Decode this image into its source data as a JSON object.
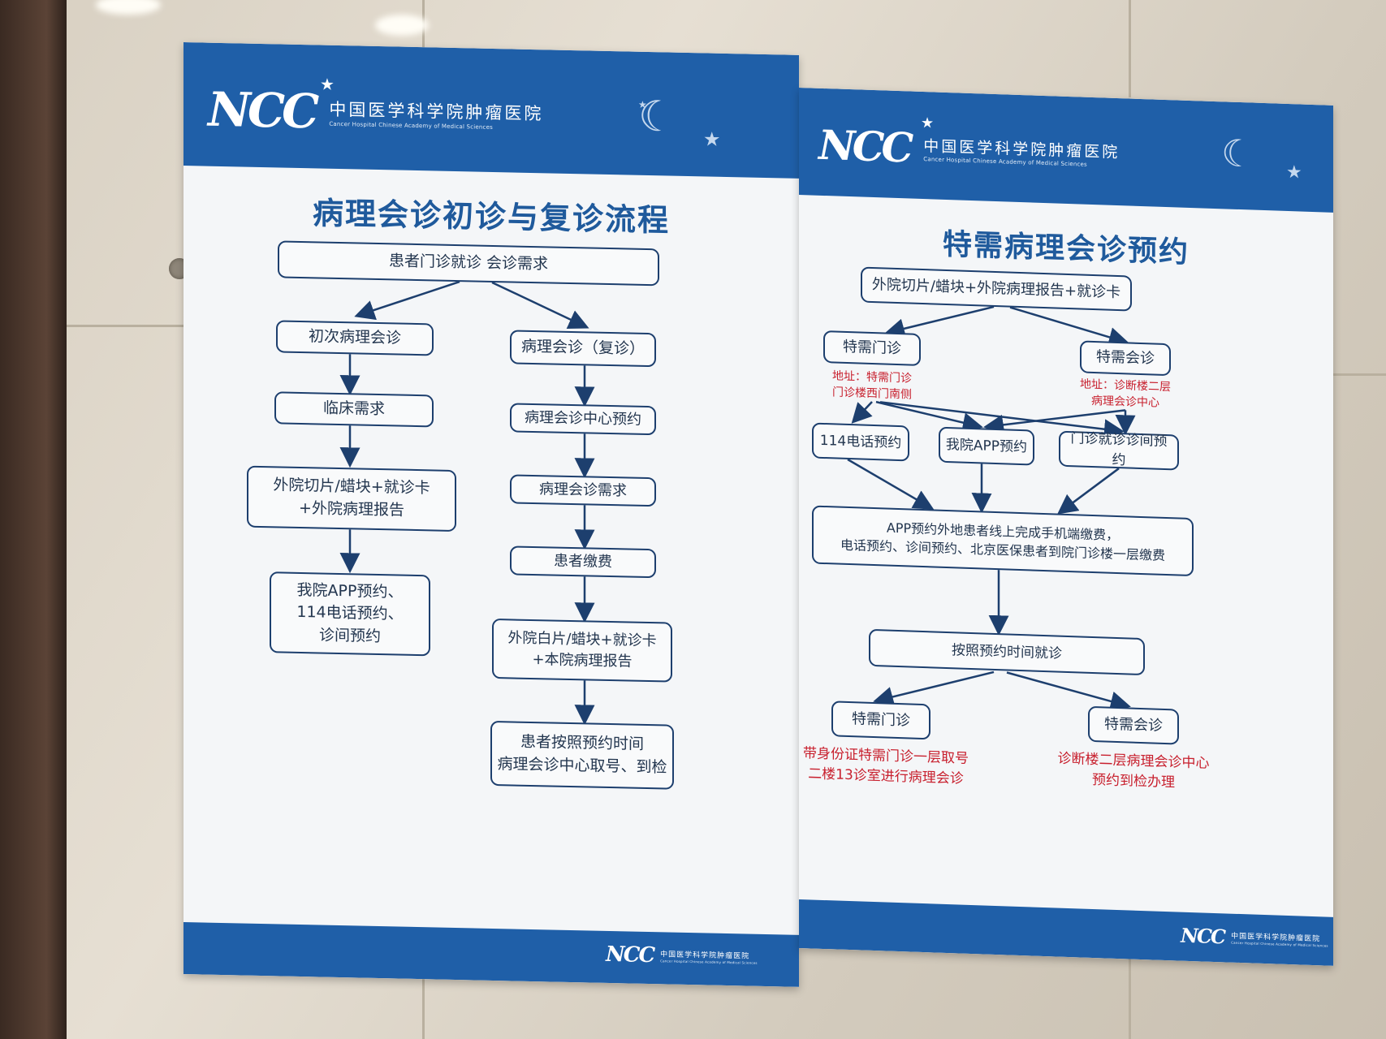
{
  "left_poster": {
    "hospital_name_cn": "中国医学科学院肿瘤医院",
    "hospital_name_en": "Cancer Hospital Chinese Academy of Medical Sciences",
    "logo_mark": "NCC",
    "title": "病理会诊初诊与复诊流程",
    "flow": {
      "start": "患者门诊就诊  会诊需求",
      "first_visit": {
        "step1": "初次病理会诊",
        "step2": "临床需求",
        "step3_line1": "外院切片/蜡块+就诊卡",
        "step3_line2": "+外院病理报告",
        "step4_line1": "我院APP预约、",
        "step4_line2": "114电话预约、",
        "step4_line3": "诊间预约"
      },
      "return_visit": {
        "step1": "病理会诊（复诊）",
        "step2": "病理会诊中心预约",
        "step3": "病理会诊需求",
        "step4": "患者缴费",
        "step5_line1": "外院白片/蜡块+就诊卡",
        "step5_line2": "+本院病理报告",
        "step6_line1": "患者按照预约时间",
        "step6_line2": "病理会诊中心取号、到检"
      }
    }
  },
  "right_poster": {
    "hospital_name_cn": "中国医学科学院肿瘤医院",
    "hospital_name_en": "Cancer Hospital Chinese Academy of Medical Sciences",
    "logo_mark": "NCC",
    "title": "特需病理会诊预约",
    "flow": {
      "start": "外院切片/蜡块+外院病理报告+就诊卡",
      "special_clinic": "特需门诊",
      "special_clinic_addr_line1": "地址：特需门诊",
      "special_clinic_addr_line2": "门诊楼西门南侧",
      "special_consult": "特需会诊",
      "special_consult_addr_line1": "地址：诊断楼二层",
      "special_consult_addr_line2": "病理会诊中心",
      "booking_phone": "114电话预约",
      "booking_app": "我院APP预约",
      "booking_clinic": "门诊就诊诊间预约",
      "payment_line1": "APP预约外地患者线上完成手机端缴费，",
      "payment_line2": "电话预约、诊间预约、北京医保患者到院门诊楼一层缴费",
      "visit_on_time": "按照预约时间就诊",
      "end_clinic": "特需门诊",
      "end_clinic_note_line1": "带身份证特需门诊一层取号",
      "end_clinic_note_line2": "二楼13诊室进行病理会诊",
      "end_consult": "特需会诊",
      "end_consult_note_line1": "诊断楼二层病理会诊中心",
      "end_consult_note_line2": "预约到检办理"
    }
  },
  "colors": {
    "brand_blue": "#1f5fa8",
    "box_border": "#1d3f6e",
    "title_blue": "#1f5a9c",
    "note_red": "#c8202e"
  }
}
